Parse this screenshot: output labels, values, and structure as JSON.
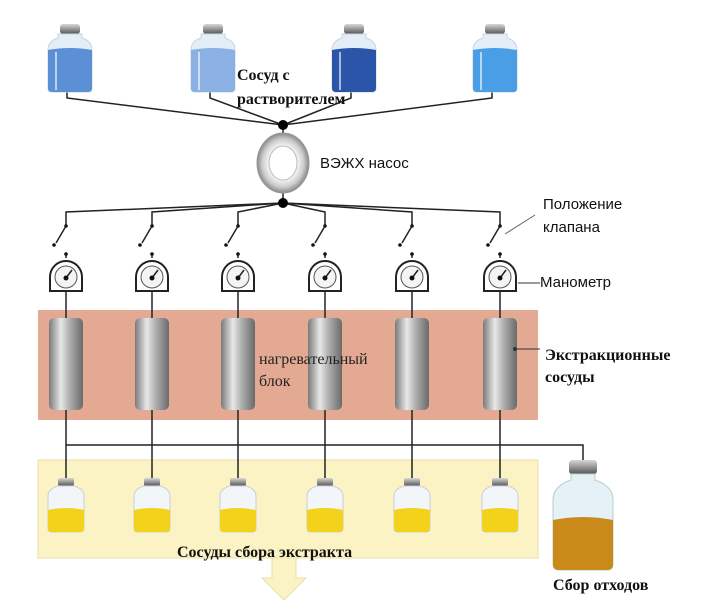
{
  "labels": {
    "solvent_vessel_line1": "Сосуд с",
    "solvent_vessel_line2": "растворителем",
    "pump": "ВЭЖХ насос",
    "valve_line1": "Положение",
    "valve_line2": "клапана",
    "manometer": "Манометр",
    "heating_line1": "нагревательный",
    "heating_line2": "блок",
    "extraction_line1": "Экстракционные",
    "extraction_line2": "сосуды",
    "collection": "Сосуды сбора экстракта",
    "waste": "Сбор отходов"
  },
  "colors": {
    "solvents": [
      "#5b8fd6",
      "#8ab0e4",
      "#2a55a8",
      "#4a9ee6"
    ],
    "heating_block": "#e3a993",
    "collection_area": "#fbf3c4",
    "extract": "#f2d21a",
    "waste": "#c98a1a"
  },
  "icons": [
    "solvent-bottle-icon",
    "pump-icon",
    "valve-icon",
    "manometer-icon",
    "extraction-cell-icon",
    "collection-vial-icon",
    "waste-bottle-icon",
    "arrow-down-icon"
  ]
}
